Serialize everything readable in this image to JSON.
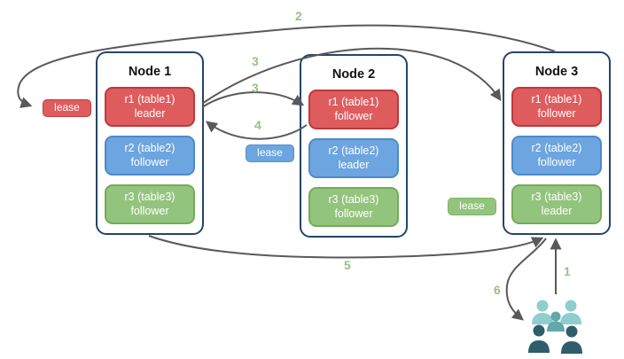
{
  "nodes": [
    {
      "title": "Node 1",
      "replicas": [
        {
          "name": "r1 (table1)",
          "role": "leader",
          "color": "red"
        },
        {
          "name": "r2 (table2)",
          "role": "follower",
          "color": "blue"
        },
        {
          "name": "r3 (table3)",
          "role": "follower",
          "color": "green"
        }
      ]
    },
    {
      "title": "Node 2",
      "replicas": [
        {
          "name": "r1 (table1)",
          "role": "follower",
          "color": "red"
        },
        {
          "name": "r2 (table2)",
          "role": "leader",
          "color": "blue"
        },
        {
          "name": "r3 (table3)",
          "role": "follower",
          "color": "green"
        }
      ]
    },
    {
      "title": "Node 3",
      "replicas": [
        {
          "name": "r1 (table1)",
          "role": "follower",
          "color": "red"
        },
        {
          "name": "r2 (table2)",
          "role": "follower",
          "color": "blue"
        },
        {
          "name": "r3 (table3)",
          "role": "leader",
          "color": "green"
        }
      ]
    }
  ],
  "leases": [
    {
      "label": "lease",
      "table": "table1",
      "color": "#DF5C5E"
    },
    {
      "label": "lease",
      "table": "table2",
      "color": "#6CA5DF"
    },
    {
      "label": "lease",
      "table": "table3",
      "color": "#93C47D"
    }
  ],
  "steps": {
    "s1": "1",
    "s2": "2",
    "s3a": "3",
    "s3b": "3",
    "s4": "4",
    "s5": "5",
    "s6": "6"
  },
  "arrows": [
    {
      "step": "2",
      "from": "node3-top",
      "to": "lease-table1-badge"
    },
    {
      "step": "3",
      "from": "node1-r1-leader",
      "to": "node2-r1-follower"
    },
    {
      "step": "3",
      "from": "node1-r1-leader",
      "to": "node3-r1-follower"
    },
    {
      "step": "4",
      "from": "node2-r1-follower",
      "to": "node1-r1-leader"
    },
    {
      "step": "5",
      "from": "node1-bottom",
      "to": "node3-bottom"
    },
    {
      "step": "1",
      "from": "users-group",
      "to": "node3-bottom"
    },
    {
      "step": "6",
      "from": "node3-bottom",
      "to": "users-group"
    }
  ],
  "icons": {
    "users": "users-group-icon"
  },
  "colors": {
    "red": "#DF5C5E",
    "red_border": "#BE383C",
    "blue": "#6CA5DF",
    "blue_border": "#4E8AC8",
    "green": "#93C47D",
    "green_border": "#74AB59",
    "node_border": "#23456B",
    "arrow": "#595959",
    "step_label": "#93C47D",
    "users_light": "#8ECFCD",
    "users_medium": "#62A7AB",
    "users_dark": "#2E5D6B"
  }
}
